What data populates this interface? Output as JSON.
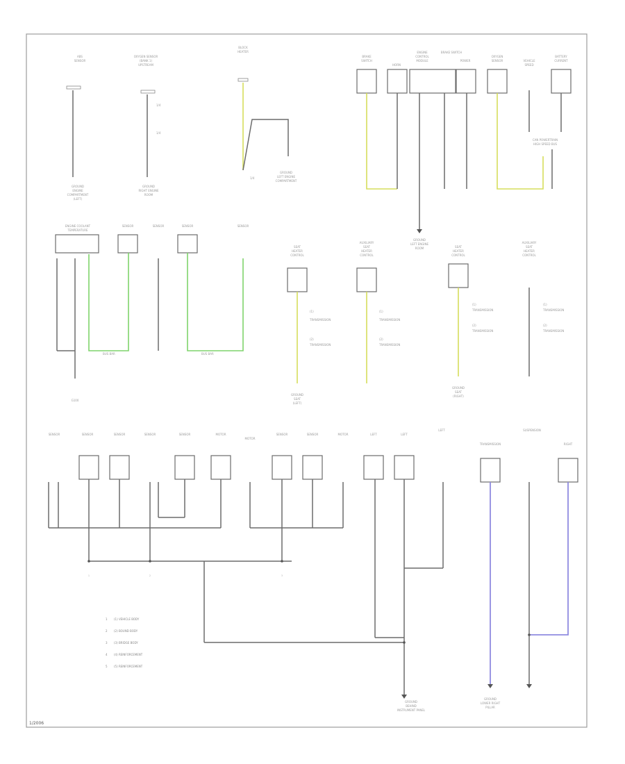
{
  "figure_tag": "1/2006",
  "legend": [
    {
      "num": "1",
      "text": "(1) VEHICLE BODY"
    },
    {
      "num": "2",
      "text": "(2) BOUND BODY"
    },
    {
      "num": "3",
      "text": "(3) BRIDGE BODY"
    },
    {
      "num": "4",
      "text": "(4) REINFORCEMENT"
    },
    {
      "num": "5",
      "text": "(5) REINFORCEMENT"
    }
  ],
  "colors": {
    "wire": "#6b6b6b",
    "yellow": "#d6de5c",
    "green": "#7fd46b",
    "blue": "#8f8be0",
    "frame": "#9c9c9c"
  }
}
